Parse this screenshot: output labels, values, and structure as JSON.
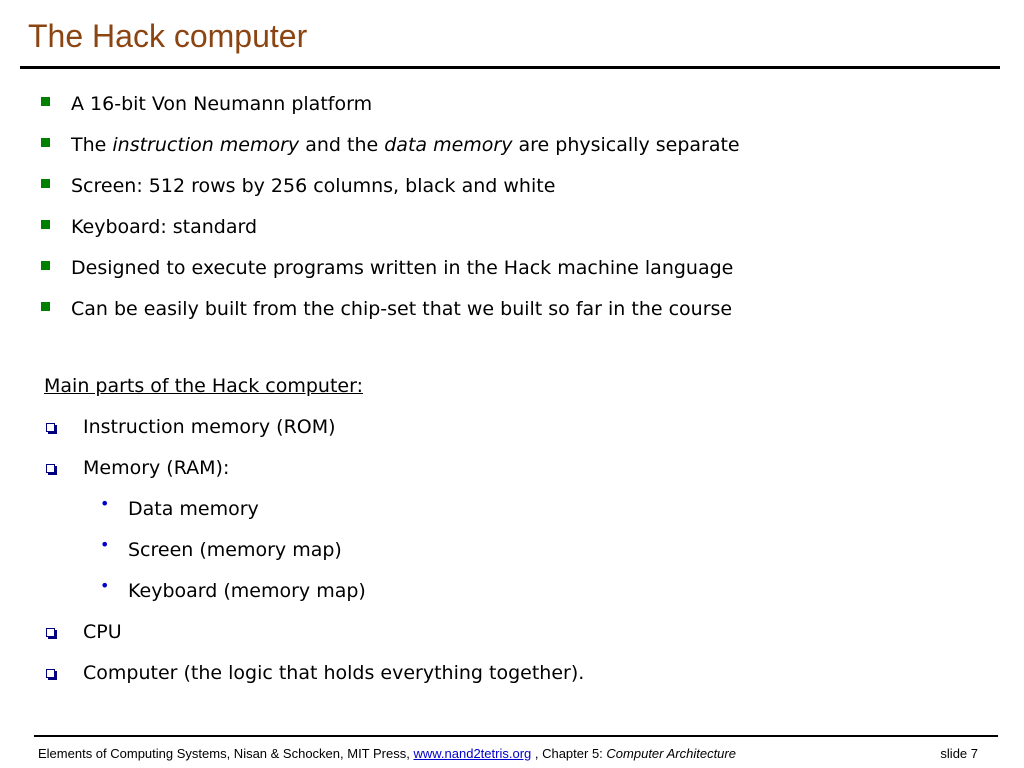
{
  "slide": {
    "title": "The Hack computer",
    "bullets": [
      {
        "text": "A 16-bit Von Neumann platform"
      },
      {
        "t1": "The ",
        "i1": "instruction memory",
        "t2": " and the ",
        "i2": "data memory",
        "t3": " are physically separate"
      },
      {
        "text": "Screen: 512 rows by 256 columns, black and white"
      },
      {
        "text": "Keyboard: standard"
      },
      {
        "text": "Designed to execute programs written in the Hack machine language"
      },
      {
        "text": "Can be easily built from the chip-set that we built so far in the course"
      }
    ],
    "parts_heading": "Main parts of the Hack computer:",
    "parts": [
      {
        "text": "Instruction memory (ROM)"
      },
      {
        "text": "Memory (RAM):"
      },
      {
        "text": "Data memory"
      },
      {
        "text": "Screen (memory map)"
      },
      {
        "text": "Keyboard (memory map)"
      },
      {
        "text": "CPU"
      },
      {
        "text": "Computer (the logic that holds everything together)."
      }
    ]
  },
  "footer": {
    "source": "Elements of Computing Systems, Nisan & Schocken, MIT Press, ",
    "link": "www.nand2tetris.org",
    "chapter_prefix": " , Chapter 5: ",
    "chapter": "Computer Architecture",
    "slide_number": "slide 7"
  },
  "colors": {
    "title": "#8b4513",
    "bullet_square": "#008000",
    "link": "#0000cc"
  }
}
